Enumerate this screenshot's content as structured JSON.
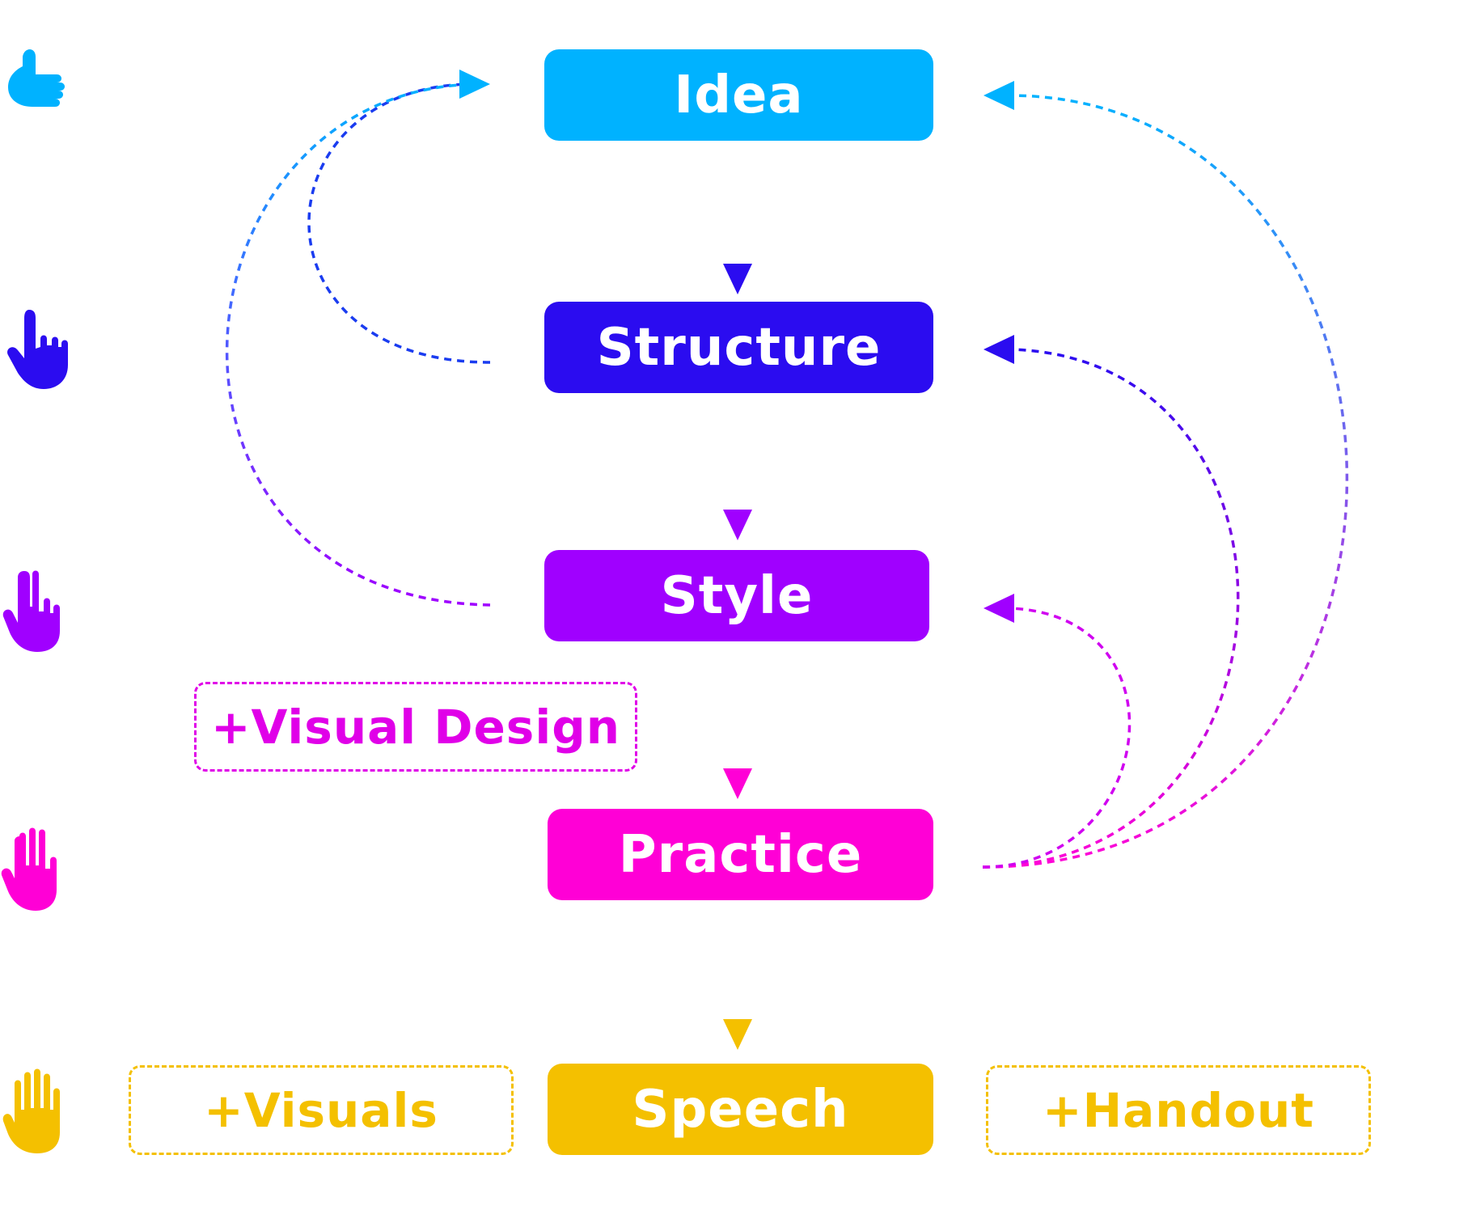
{
  "nodes": {
    "idea": "Idea",
    "structure": "Structure",
    "style": "Style",
    "practice": "Practice",
    "speech": "Speech"
  },
  "extras": {
    "visual_design": "+Visual Design",
    "visuals": "+Visuals",
    "handout": "+Handout"
  },
  "colors": {
    "idea": "#00b2ff",
    "structure": "#2b0cf0",
    "style": "#a000ff",
    "practice": "#ff00d6",
    "speech": "#f4c000"
  },
  "icons": [
    {
      "stage": "idea",
      "name": "one-finger-hand-icon",
      "fingers": 1
    },
    {
      "stage": "structure",
      "name": "pointing-hand-icon",
      "fingers": 1
    },
    {
      "stage": "style",
      "name": "two-finger-hand-icon",
      "fingers": 2
    },
    {
      "stage": "practice",
      "name": "three-finger-hand-icon",
      "fingers": 3
    },
    {
      "stage": "speech",
      "name": "open-hand-icon",
      "fingers": 4
    }
  ]
}
